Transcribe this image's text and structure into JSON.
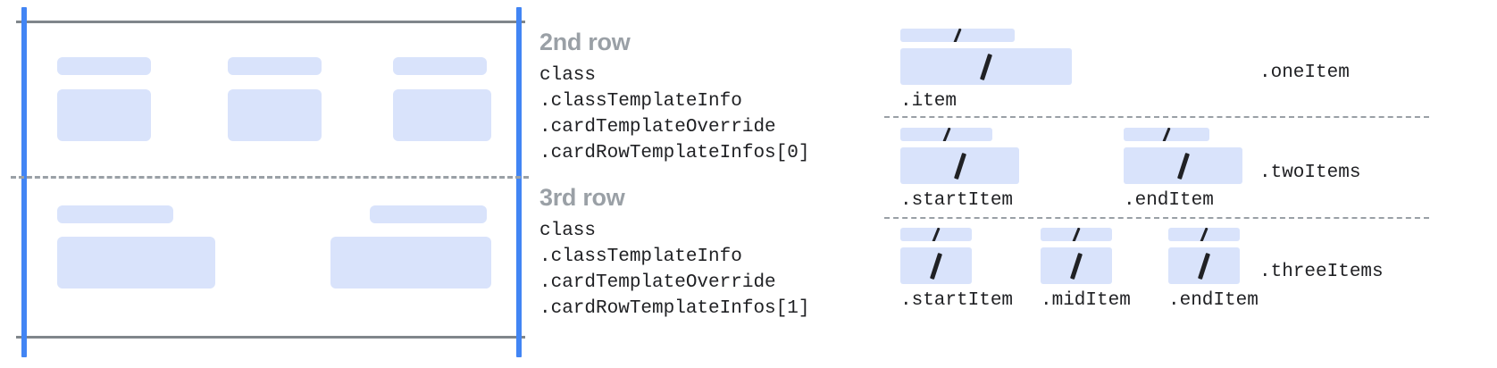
{
  "card_preview": {
    "rows": [
      {
        "name": "2nd row",
        "columns": [
          {
            "title_w": 105,
            "body_w": 105,
            "body_h": 60
          },
          {
            "title_w": 105,
            "body_w": 110,
            "body_h": 60
          },
          {
            "title_w": 105,
            "body_w": 110,
            "body_h": 60
          }
        ]
      },
      {
        "name": "3rd row",
        "columns": [
          {
            "title_w": 130,
            "body_w": 177,
            "body_h": 60
          },
          {
            "title_w": 130,
            "body_w": 177,
            "body_h": 60
          }
        ]
      }
    ],
    "colors": {
      "placeholder": "#d9e3fb",
      "guide_blue": "#4285f4",
      "guide_gray": "#80868b",
      "divider_gray": "#9aa0a6"
    }
  },
  "descriptions": [
    {
      "title": "2nd row",
      "code": "class\n.classTemplateInfo\n.cardTemplateOverride\n.cardRowTemplateInfos[0]"
    },
    {
      "title": "3rd row",
      "code": "class\n.classTemplateInfo\n.cardTemplateOverride\n.cardRowTemplateInfos[1]"
    }
  ],
  "variants": [
    {
      "name": ".oneItem",
      "slots": [
        {
          "label": ".item",
          "small_w": 128,
          "big_w": 192,
          "big_h": 41
        }
      ]
    },
    {
      "name": ".twoItems",
      "slots": [
        {
          "label": ".startItem",
          "small_w": 103,
          "big_w": 133,
          "big_h": 41
        },
        {
          "label": ".endItem",
          "small_w": 96,
          "big_w": 133,
          "big_h": 41
        }
      ]
    },
    {
      "name": ".threeItems",
      "slots": [
        {
          "label": ".startItem",
          "small_w": 80,
          "big_w": 80,
          "big_h": 41
        },
        {
          "label": ".midItem",
          "small_w": 80,
          "big_w": 80,
          "big_h": 41
        },
        {
          "label": ".endItem",
          "small_w": 80,
          "big_w": 80,
          "big_h": 41
        }
      ]
    }
  ]
}
